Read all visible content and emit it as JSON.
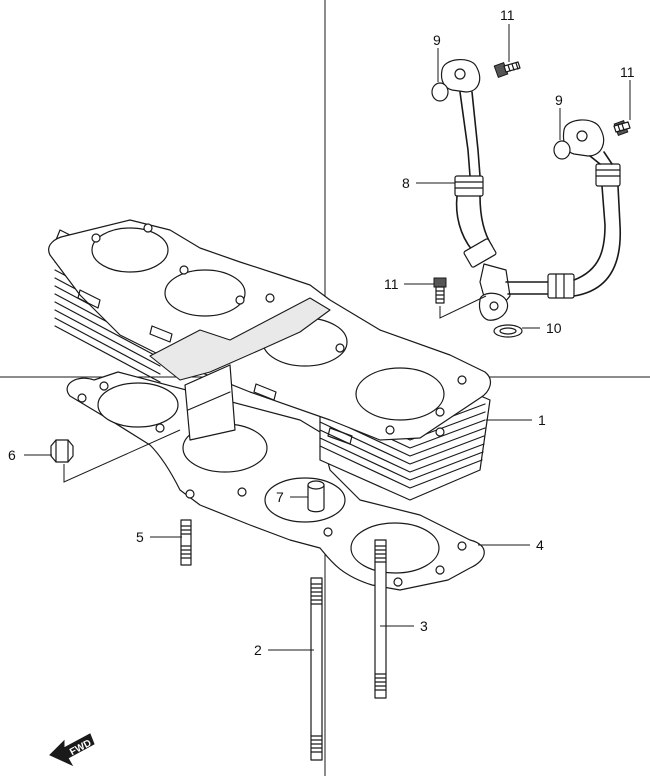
{
  "callouts": [
    {
      "id": "1",
      "label": "1"
    },
    {
      "id": "2",
      "label": "2"
    },
    {
      "id": "3",
      "label": "3"
    },
    {
      "id": "4",
      "label": "4"
    },
    {
      "id": "5",
      "label": "5"
    },
    {
      "id": "6",
      "label": "6"
    },
    {
      "id": "7",
      "label": "7"
    },
    {
      "id": "8",
      "label": "8"
    },
    {
      "id": "9a",
      "label": "9"
    },
    {
      "id": "9b",
      "label": "9"
    },
    {
      "id": "10",
      "label": "10"
    },
    {
      "id": "11a",
      "label": "11"
    },
    {
      "id": "11b",
      "label": "11"
    },
    {
      "id": "11c",
      "label": "11"
    }
  ],
  "fwd_label": "FWD"
}
